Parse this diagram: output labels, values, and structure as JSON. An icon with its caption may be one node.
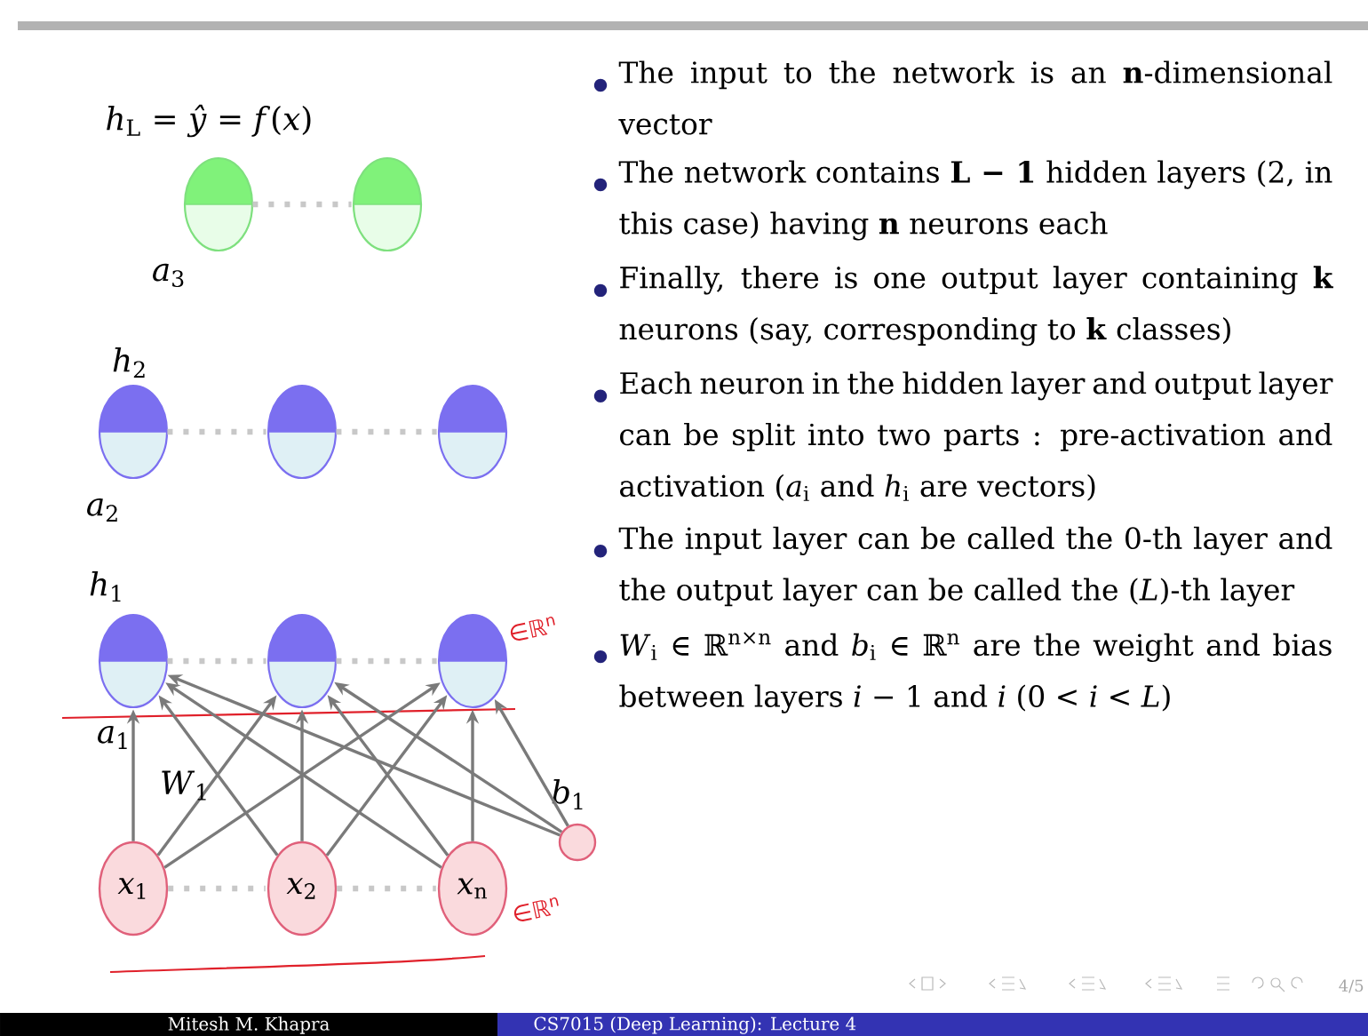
{
  "diagram": {
    "nodes": [
      {
        "text": [],
        "shape": "circle",
        "beside": [
          "*h*$_{L}$ = *ŷ* = *f*(*x*)",
          "*a*$_{3}$"
        ]
      },
      {
        "text": [],
        "shape": "circle"
      },
      {
        "text": [],
        "shape": "circle",
        "beside": [
          "*h*$_{2}$",
          "*a*$_{2}$"
        ]
      },
      {
        "text": [],
        "shape": "circle"
      },
      {
        "text": [],
        "shape": "circle"
      },
      {
        "text": [],
        "shape": "circle",
        "beside": [
          "*h*$_{1}$",
          "*a*$_{1}$"
        ]
      },
      {
        "text": [],
        "shape": "circle"
      },
      {
        "text": [],
        "shape": "circle",
        "beside": [
          "∈ℝ$^{n}$"
        ]
      },
      {
        "text": [
          "*x*$_{1}$"
        ]
      },
      {
        "text": [
          "*x*$_{2}$"
        ]
      },
      {
        "text": [
          "*x*$_{n}$"
        ],
        "beside": [
          "∈ℝ$^{n}$"
        ]
      },
      {
        "text": [],
        "shape": "circle",
        "beside": [
          "*b*$_{1}$"
        ]
      }
    ],
    "edges": [
      {
        "from": 0,
        "to": 1,
        "arrow": "none",
        "style": "dashed"
      },
      {
        "from": 2,
        "to": 3,
        "arrow": "none",
        "style": "dashed"
      },
      {
        "from": 3,
        "to": 4,
        "arrow": "none",
        "style": "dashed"
      },
      {
        "from": 5,
        "to": 6,
        "arrow": "none",
        "style": "dashed"
      },
      {
        "from": 6,
        "to": 7,
        "arrow": "none",
        "style": "dashed"
      },
      {
        "from": 8,
        "to": 9,
        "arrow": "none",
        "style": "dashed"
      },
      {
        "from": 9,
        "to": 10,
        "arrow": "none",
        "style": "dashed"
      },
      {
        "from": 8,
        "to": 5,
        "arrow": "to"
      },
      {
        "from": 8,
        "to": 6,
        "arrow": "to"
      },
      {
        "from": 8,
        "to": 7,
        "arrow": "to"
      },
      {
        "from": 9,
        "to": 5,
        "arrow": "to"
      },
      {
        "from": 9,
        "to": 6,
        "arrow": "to"
      },
      {
        "from": 9,
        "to": 7,
        "arrow": "to"
      },
      {
        "from": 10,
        "to": 5,
        "arrow": "to"
      },
      {
        "from": 10,
        "to": 6,
        "arrow": "to"
      },
      {
        "from": 10,
        "to": 7,
        "arrow": "to"
      },
      {
        "from": 11,
        "to": 5,
        "arrow": "to"
      },
      {
        "from": 11,
        "to": 6,
        "arrow": "to"
      },
      {
        "from": 11,
        "to": 7,
        "arrow": "to"
      }
    ],
    "labels": [
      "*W*$_{1}$",
      "The input to the network is an **n**-dimensional vector",
      "The network contains **L − 1** hidden layers (2, in this case) having **n** neurons each",
      "Finally, there is one output layer containing **k** neurons (say, corresponding to **k** classes)",
      "Each neuron in the hidden layer and output layer can be split into two parts : pre-activation and activation (*a*$_{i}$ and *h*$_{i}$ are vectors)",
      "The input layer can be called the 0-th layer and the output layer can be called the (*L*)-th layer",
      "*W*$_{i}$ ∈ ℝ$^{n×n}$ and *b*$_{i}$ ∈ ℝ$^{n}$ are the weight and bias between layers *i* − 1 and *i* (0 < *i* < *L*)",
      "4/5",
      "Mitesh M. Khapra",
      "CS7015 (Deep Learning): Lecture 4"
    ]
  }
}
